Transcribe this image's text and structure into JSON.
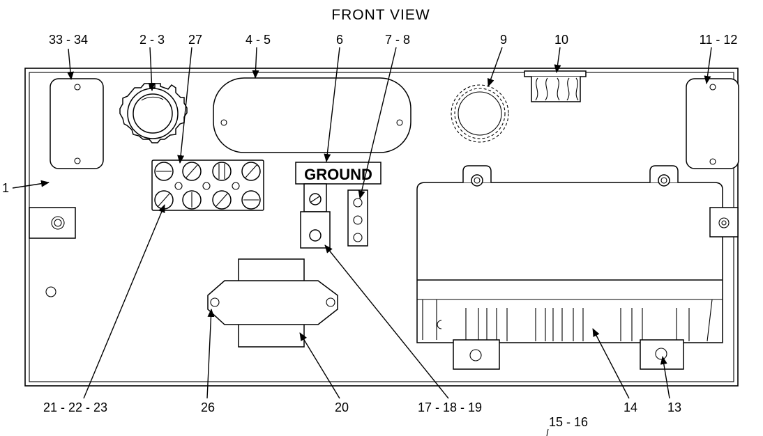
{
  "title": "FRONT VIEW",
  "ground_label": "GROUND",
  "callouts": {
    "c1": "1",
    "c2_3": "2 - 3",
    "c4_5": "4 - 5",
    "c6": "6",
    "c7_8": "7 - 8",
    "c9": "9",
    "c10": "10",
    "c11_12": "11 - 12",
    "c13": "13",
    "c14": "14",
    "c15_16": "15 - 16",
    "c17_18_19": "17 - 18 - 19",
    "c20": "20",
    "c21_22_23": "21 - 22 - 23",
    "c26": "26",
    "c27": "27",
    "c33_34": "33 - 34"
  }
}
